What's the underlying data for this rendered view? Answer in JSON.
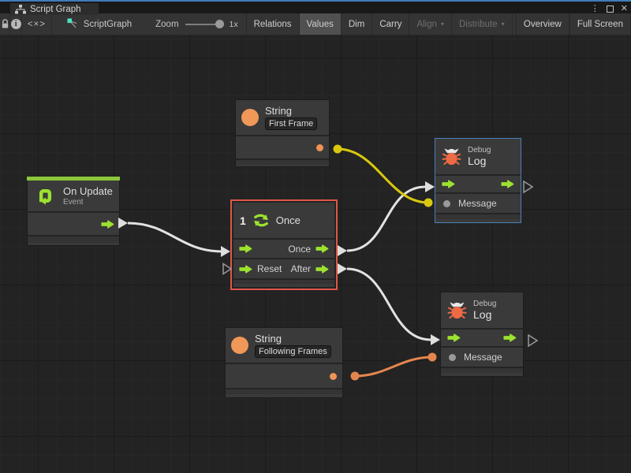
{
  "window": {
    "tab_title": "Script Graph",
    "controls": {
      "menu": "⋮",
      "close": "✕"
    }
  },
  "toolbar": {
    "code_icon": "<×>",
    "graph_name": "ScriptGraph",
    "zoom_label": "Zoom",
    "zoom_value": "1x",
    "dropdown_arrow": "▾",
    "buttons": {
      "relations": "Relations",
      "values": "Values",
      "dim": "Dim",
      "carry": "Carry",
      "align": "Align",
      "distribute": "Distribute",
      "overview": "Overview",
      "fullscreen": "Full Screen"
    }
  },
  "nodes": {
    "on_update": {
      "title": "On Update",
      "subtitle": "Event"
    },
    "string1": {
      "title": "String",
      "value": "First Frame"
    },
    "string2": {
      "title": "String",
      "value": "Following Frames"
    },
    "once": {
      "icon_number": "1",
      "title": "Once",
      "out1": "Once",
      "in2": "Reset",
      "out2": "After"
    },
    "debug1": {
      "category": "Debug",
      "title": "Log",
      "message": "Message"
    },
    "debug2": {
      "category": "Debug",
      "title": "Log",
      "message": "Message"
    }
  },
  "colors": {
    "accent_green": "#9ce22e",
    "event_green": "#8bc83b",
    "value_orange": "#ef9356",
    "bug_orange": "#ed6a45",
    "selection_blue": "#4a82ba",
    "selection_red": "#e0564a",
    "wire_white": "#e2e2e2",
    "wire_yellow": "#d9c80f",
    "wire_orange": "#e austro5854e"
  }
}
